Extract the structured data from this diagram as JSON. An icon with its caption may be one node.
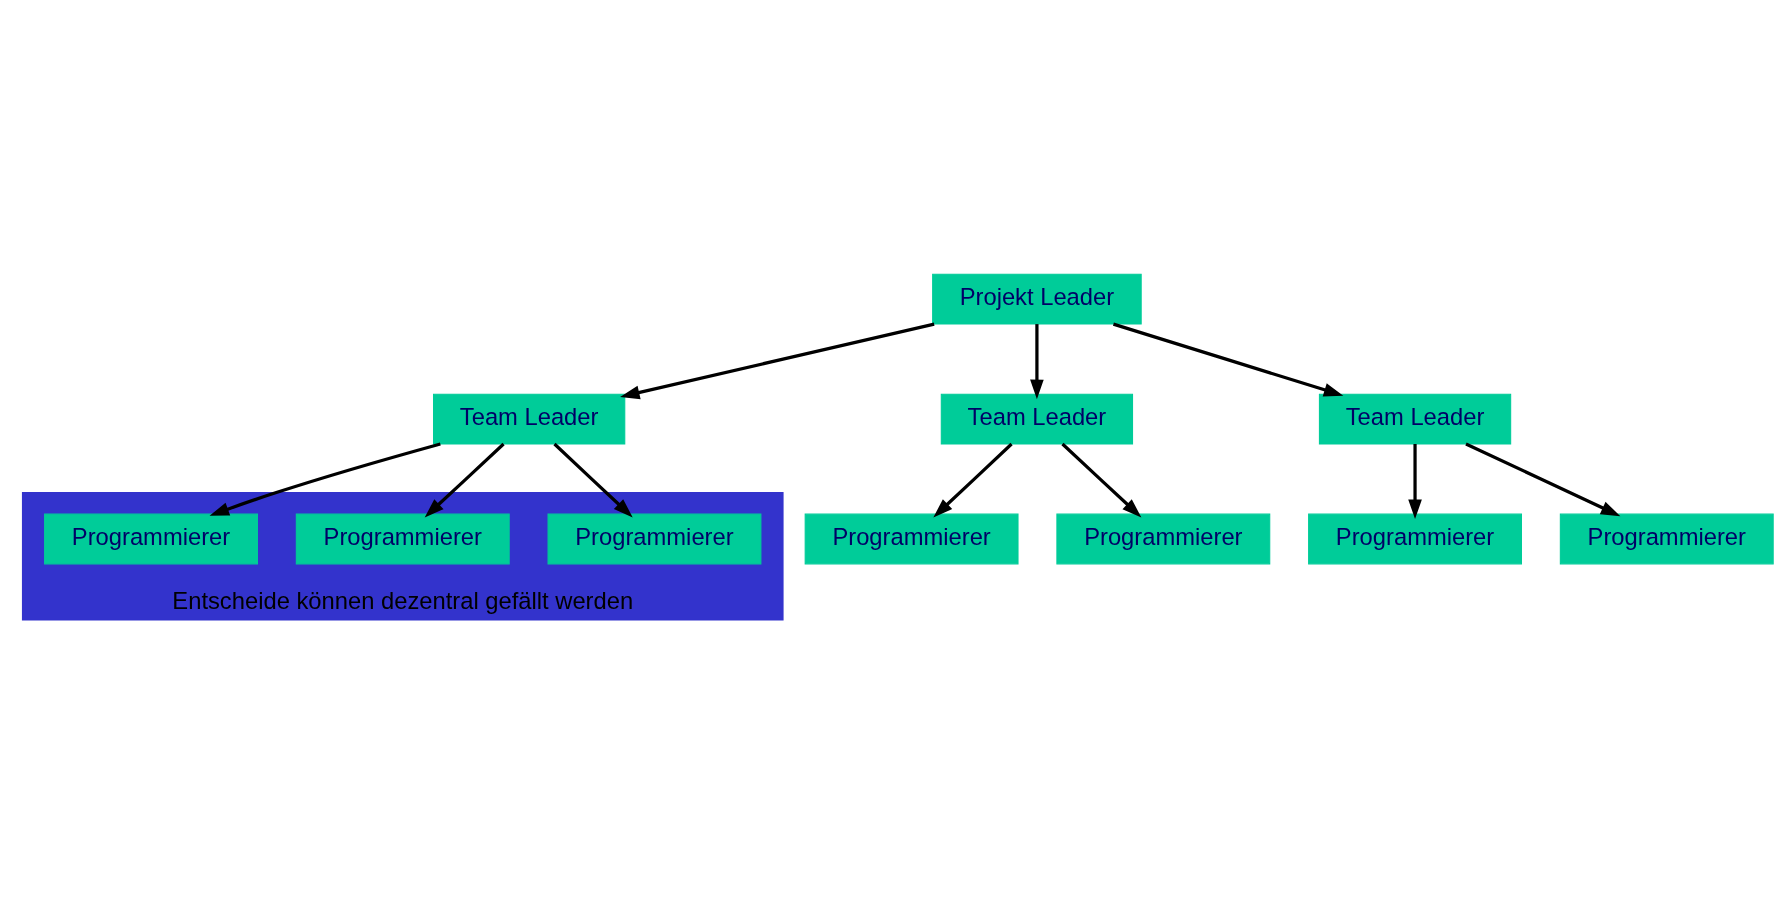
{
  "diagram": {
    "nodes": [
      {
        "text": [
          "Projekt Leader"
        ]
      },
      {
        "text": [
          "Team Leader"
        ]
      },
      {
        "text": [
          "Team Leader"
        ]
      },
      {
        "text": [
          "Team Leader"
        ]
      },
      {
        "text": [
          "Entscheide können dezentral gefällt werden"
        ]
      },
      {
        "text": [
          "Programmierer"
        ],
        "in": 4
      },
      {
        "text": [
          "Programmierer"
        ],
        "in": 4
      },
      {
        "text": [
          "Programmierer"
        ],
        "in": 4
      },
      {
        "text": [
          "Programmierer"
        ]
      },
      {
        "text": [
          "Programmierer"
        ]
      },
      {
        "text": [
          "Programmierer"
        ]
      },
      {
        "text": [
          "Programmierer"
        ]
      }
    ],
    "edges": [
      {
        "from": 0,
        "to": 1,
        "arrow": "to"
      },
      {
        "from": 0,
        "to": 2,
        "arrow": "to"
      },
      {
        "from": 0,
        "to": 3,
        "arrow": "to"
      },
      {
        "from": 1,
        "to": 6,
        "arrow": "to"
      },
      {
        "from": 1,
        "to": 5,
        "arrow": "to"
      },
      {
        "from": 1,
        "to": 7,
        "arrow": "to"
      },
      {
        "from": 2,
        "to": 8,
        "arrow": "to"
      },
      {
        "from": 2,
        "to": 9,
        "arrow": "to"
      },
      {
        "from": 3,
        "to": 10,
        "arrow": "to"
      },
      {
        "from": 3,
        "to": 11,
        "arrow": "to"
      }
    ]
  }
}
